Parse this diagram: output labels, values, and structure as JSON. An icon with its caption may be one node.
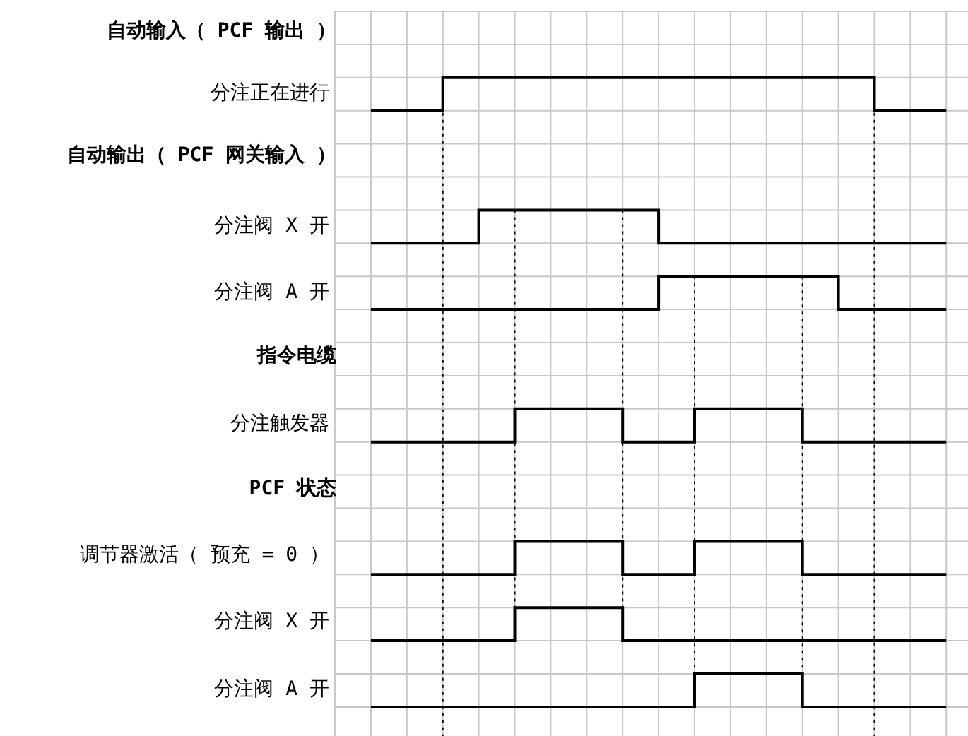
{
  "diagram": {
    "labels": [
      "自动输入（ PCF 输出 ）",
      "分注正在进行",
      "自动输出（ PCF 网关输入 ）",
      "分注阀 X 开",
      "分注阀 A 开",
      "指令电缆",
      "分注触发器",
      "PCF 状态",
      "调节器激活（ 预充 = 0 ）",
      "分注阀 X 开",
      "分注阀 A 开"
    ]
  }
}
